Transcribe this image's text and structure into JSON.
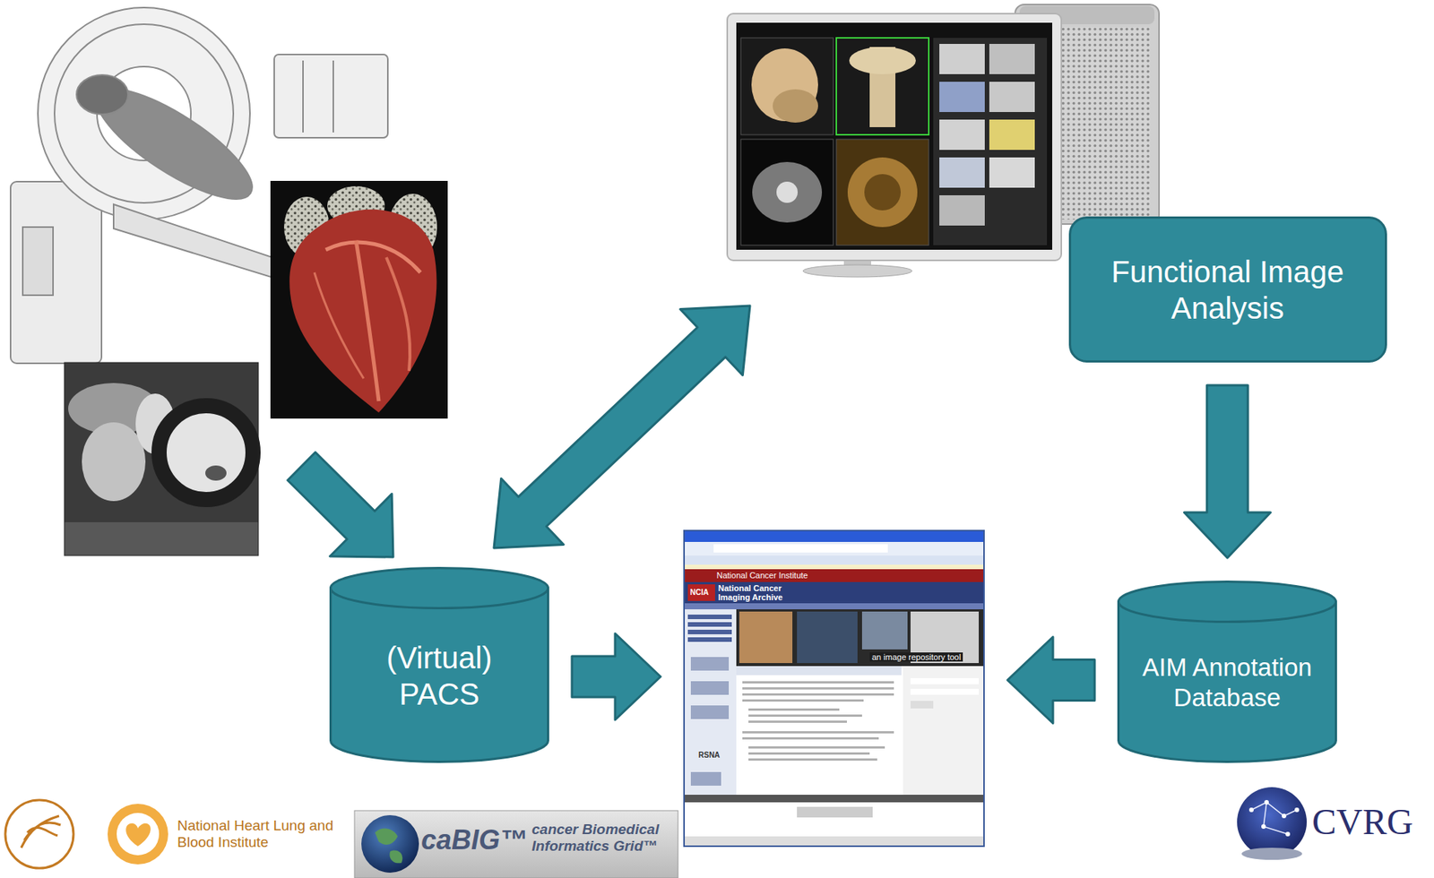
{
  "diagram": {
    "nodes": [
      {
        "text": [
          "Functional Image Analysis"
        ]
      },
      {
        "text": [
          "(Virtual) PACS"
        ]
      },
      {
        "text": [
          "National Cancer Institute",
          "NCIA",
          "National Cancer Imaging Archive",
          "an image repository tool",
          "RSNA"
        ]
      },
      {
        "text": [
          "AIM Annotation Database"
        ]
      }
    ],
    "edges": [
      {
        "from": 0,
        "to": 3,
        "arrow": "to"
      },
      {
        "from": 1,
        "to": 2,
        "arrow": "to"
      },
      {
        "from": 3,
        "to": 2,
        "arrow": "to"
      }
    ],
    "labels": [
      "National Heart Lung and Blood Institute",
      "caBIG™",
      "cancer Biomedical Informatics Grid™",
      "CVRG"
    ]
  }
}
